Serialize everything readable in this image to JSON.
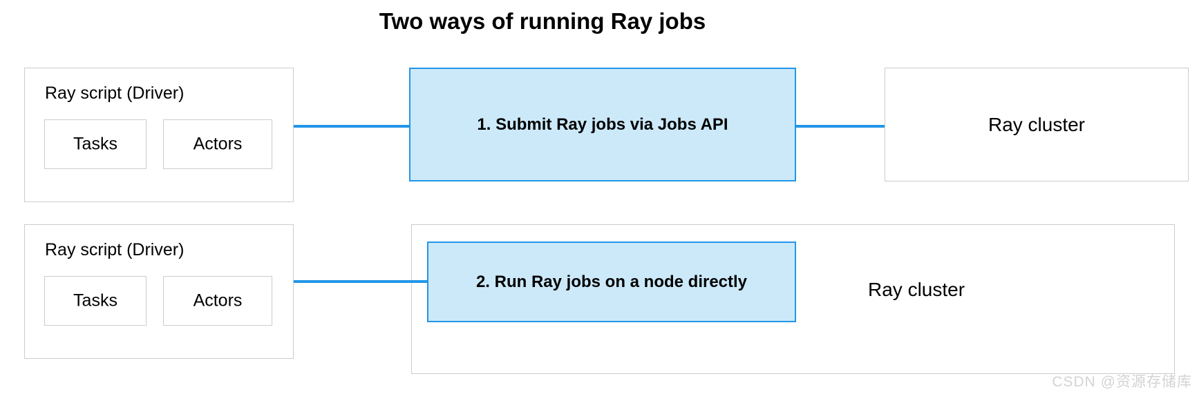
{
  "diagram": {
    "title": "Two ways of running Ray jobs",
    "colors": {
      "blue_fill": "#cce9fa",
      "blue_border": "#2196e8",
      "gray_border": "#cccccc",
      "text": "#000000",
      "watermark": "#d3d3d3"
    },
    "rows": [
      {
        "id": "row-1",
        "driver": {
          "title": "Ray script (Driver)",
          "components": [
            {
              "label": "Tasks"
            },
            {
              "label": "Actors"
            }
          ]
        },
        "step": {
          "label": "1. Submit Ray jobs via Jobs API",
          "style": "blue"
        },
        "cluster": {
          "label": "Ray cluster",
          "boxed": true
        }
      },
      {
        "id": "row-2",
        "driver": {
          "title": "Ray script (Driver)",
          "components": [
            {
              "label": "Tasks"
            },
            {
              "label": "Actors"
            }
          ]
        },
        "step": {
          "label": "2. Run Ray jobs on a node directly",
          "style": "blue"
        },
        "cluster": {
          "label": "Ray cluster",
          "boxed": false
        }
      }
    ]
  },
  "watermark": {
    "text": "CSDN @资源存储库"
  }
}
